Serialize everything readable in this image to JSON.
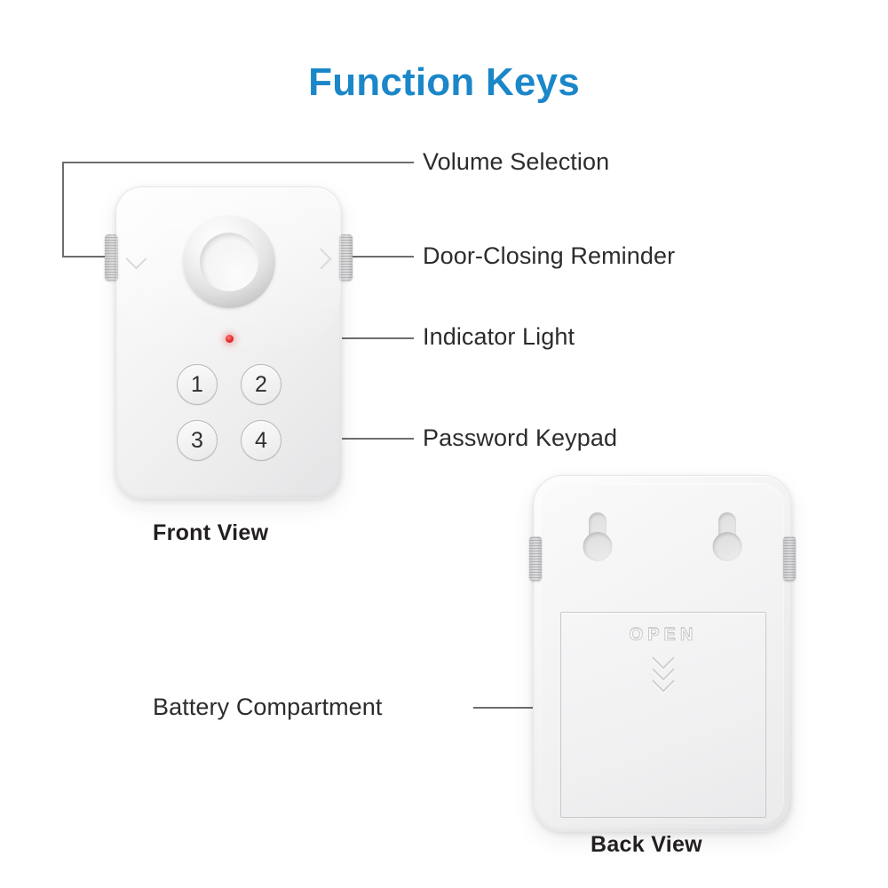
{
  "title": "Function Keys",
  "callouts": [
    {
      "id": "volume-selection",
      "label": "Volume Selection"
    },
    {
      "id": "door-closing-reminder",
      "label": "Door-Closing Reminder"
    },
    {
      "id": "indicator-light",
      "label": "Indicator Light"
    },
    {
      "id": "password-keypad",
      "label": "Password Keypad"
    },
    {
      "id": "battery-compartment",
      "label": "Battery Compartment"
    }
  ],
  "views": {
    "front": {
      "caption": "Front View",
      "keypad": [
        {
          "label": "1"
        },
        {
          "label": "2"
        },
        {
          "label": "3"
        },
        {
          "label": "4"
        }
      ],
      "left_button_glyph": "chevron-down",
      "right_button_glyph": "chevron-right"
    },
    "back": {
      "caption": "Back View",
      "battery_door_text": "OPEN",
      "battery_door_arrow": "chevron-down-stack",
      "mount_slots": 2
    }
  },
  "colors": {
    "title": "#1b87c9",
    "label_text": "#2c2c2c",
    "caption_text": "#231f20",
    "leader_line": "#6e6e6e",
    "indicator_led": "#e01b1b",
    "device_body": "#f2f2f3",
    "background": "#ffffff"
  }
}
